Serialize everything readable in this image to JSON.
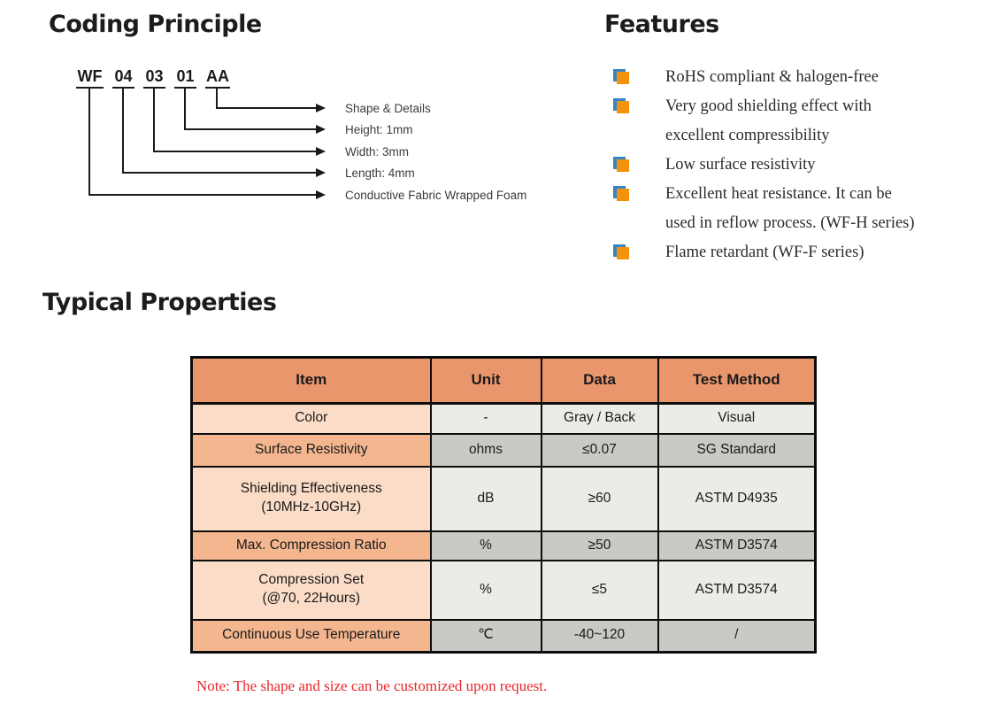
{
  "coding_principle": {
    "title": "Coding Principle",
    "code_segments": [
      "WF",
      "04",
      "03",
      "01",
      "AA"
    ],
    "labels": [
      "Shape & Details",
      "Height: 1mm",
      "Width: 3mm",
      "Length: 4mm",
      "Conductive Fabric Wrapped Foam"
    ]
  },
  "features": {
    "title": "Features",
    "bullet_icon": "square-bullet-icon",
    "items": [
      "RoHS compliant & halogen-free",
      "Very good shielding effect with\nexcellent compressibility",
      "Low surface resistivity",
      "Excellent heat resistance. It can be\nused in reflow process. (WF-H series)",
      "Flame retardant (WF-F series)"
    ]
  },
  "typical_properties": {
    "title": "Typical Properties",
    "table": {
      "headers": [
        "Item",
        "Unit",
        "Data",
        "Test Method"
      ],
      "rows": [
        {
          "item": "Color",
          "unit": "-",
          "data": "Gray / Back",
          "test_method": "Visual"
        },
        {
          "item": "Surface Resistivity",
          "unit": "ohms",
          "data": "≤0.07",
          "test_method": "SG Standard"
        },
        {
          "item": "Shielding Effectiveness\n(10MHz-10GHz)",
          "unit": "dB",
          "data": "≥60",
          "test_method": "ASTM D4935"
        },
        {
          "item": "Max. Compression Ratio",
          "unit": "%",
          "data": "≥50",
          "test_method": "ASTM D3574"
        },
        {
          "item": "Compression Set\n(@70, 22Hours)",
          "unit": "%",
          "data": "≤5",
          "test_method": "ASTM D3574"
        },
        {
          "item": "Continuous Use Temperature",
          "unit": "℃",
          "data": "-40~120",
          "test_method": "/"
        }
      ]
    },
    "note": "Note: The shape and size can be customized upon request."
  },
  "colors": {
    "header_bg": "#EA966C",
    "item_light": "#FBDCC7",
    "item_dark": "#F3B68F",
    "gray_light": "#ECECE7",
    "gray_dark": "#C9C9C5",
    "bullet_orange": "#F5920C",
    "bullet_blue": "#3585C5",
    "note_red": "#E8262A",
    "line_black": "#1a1a1a"
  }
}
